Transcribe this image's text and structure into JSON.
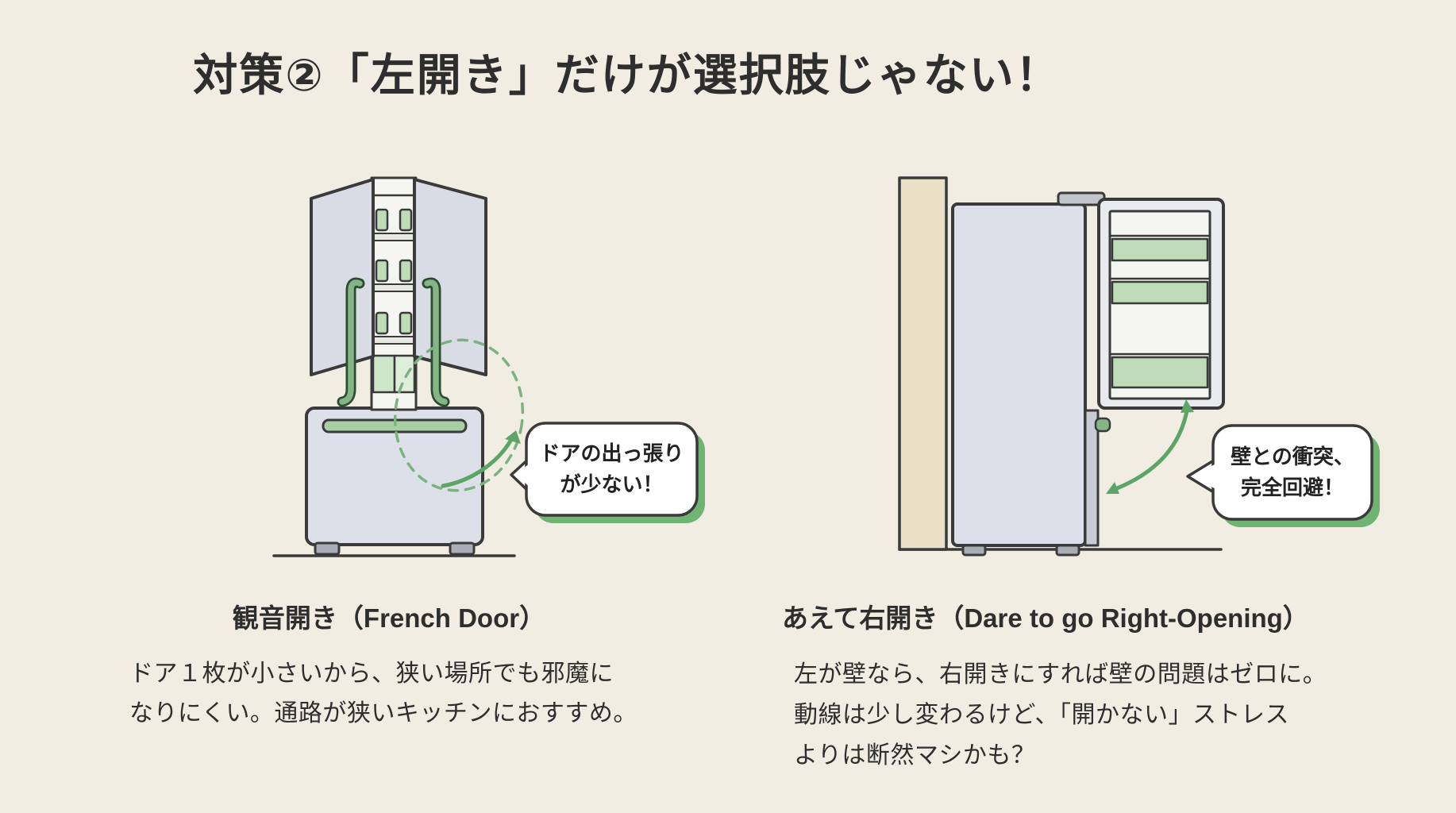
{
  "title": "対策②「左開き」だけが選択肢じゃない！",
  "left_panel": {
    "illustration": "french-door-refrigerator",
    "bubble_lines": [
      "ドアの出っ張り",
      "が少ない！"
    ],
    "caption": "観音開き（French Door）",
    "description_lines": [
      "ドア１枚が小さいから、狭い場所でも邪魔に",
      "なりにくい。通路が狭いキッチンにおすすめ。"
    ]
  },
  "right_panel": {
    "illustration": "right-opening-refrigerator-beside-wall",
    "bubble_lines": [
      "壁との衝突、",
      "完全回避！"
    ],
    "caption": "あえて右開き（Dare to go Right-Opening）",
    "description_lines": [
      "左が壁なら、右開きにすれば壁の問題はゼロに。",
      "動線は少し変わるけど、「開かない」ストレス",
      "よりは断然マシかも？"
    ]
  },
  "colors": {
    "background": "#f1ede2",
    "outline": "#3a3a3a",
    "text": "#2e2e2e",
    "fridge_door": "#d9dbe5",
    "fridge_body": "#dee0e9",
    "cavity_white": "#f5f5f1",
    "shelf_green": "#bedcb8",
    "drawer_green": "#cde6c7",
    "drawer_green_light": "#dfeeda",
    "handle_green": "#84b584",
    "handle_dark": "#2f4a33",
    "freezer_bar_green": "#a8cfa4",
    "wall_beige": "#eae0c8",
    "arrow_green": "#5da567",
    "dashed_green": "#7ab380",
    "bubble_shadow_green": "#6fb473",
    "feet_gray": "#aaadb5",
    "door_edge_gray": "#c9ccd4",
    "hinge_gray": "#c2c5cc",
    "door_open_face": "#e9eaed"
  }
}
